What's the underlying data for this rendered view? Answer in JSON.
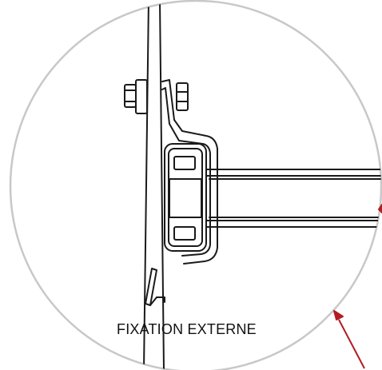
{
  "caption": "FIXATION EXTERNE",
  "colors": {
    "circle_outline": "#c8c8c8",
    "drawing_stroke": "#1a1a1a",
    "arrow": "#b01e24"
  },
  "icons": [
    "detail-circle",
    "callout-arrow"
  ]
}
